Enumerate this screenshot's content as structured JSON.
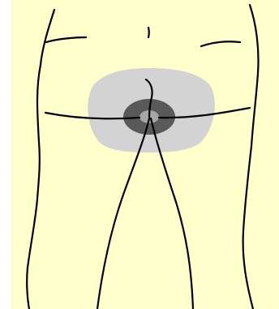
{
  "diagram": {
    "colors": {
      "background": "#FFFFCC",
      "outline": "#000000",
      "outer_region": "#D3D3D3",
      "middle_ring": "#595959",
      "center_spot": "#A6A6A6"
    },
    "regions": [
      {
        "name": "outer-region"
      },
      {
        "name": "middle-ring"
      },
      {
        "name": "center-spot"
      }
    ]
  }
}
